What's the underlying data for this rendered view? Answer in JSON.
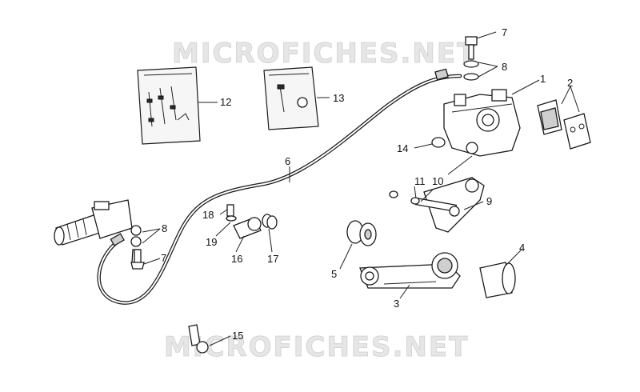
{
  "watermark": "MICROFICHES.NET",
  "labels": [
    {
      "id": "1",
      "text": "1"
    },
    {
      "id": "2",
      "text": "2"
    },
    {
      "id": "3",
      "text": "3"
    },
    {
      "id": "4",
      "text": "4"
    },
    {
      "id": "5",
      "text": "5"
    },
    {
      "id": "6",
      "text": "6"
    },
    {
      "id": "7a",
      "text": "7"
    },
    {
      "id": "7b",
      "text": "7"
    },
    {
      "id": "8a",
      "text": "8"
    },
    {
      "id": "8b",
      "text": "8"
    },
    {
      "id": "9",
      "text": "9"
    },
    {
      "id": "10",
      "text": "10"
    },
    {
      "id": "11",
      "text": "11"
    },
    {
      "id": "12",
      "text": "12"
    },
    {
      "id": "13",
      "text": "13"
    },
    {
      "id": "14",
      "text": "14"
    },
    {
      "id": "15",
      "text": "15"
    },
    {
      "id": "16",
      "text": "16"
    },
    {
      "id": "17",
      "text": "17"
    },
    {
      "id": "18",
      "text": "18"
    },
    {
      "id": "19",
      "text": "19"
    }
  ]
}
